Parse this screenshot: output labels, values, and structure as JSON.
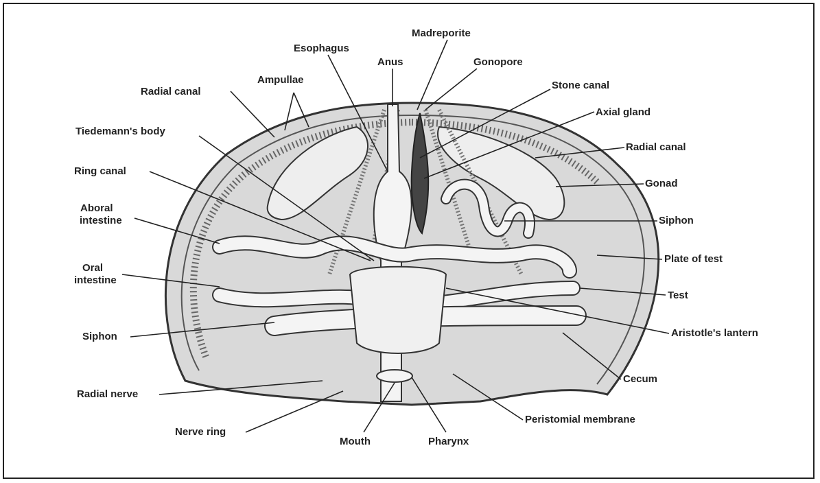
{
  "labels": {
    "madreporite": "Madreporite",
    "esophagus": "Esophagus",
    "anus": "Anus",
    "gonopore": "Gonopore",
    "stone_canal": "Stone canal",
    "axial_gland": "Axial gland",
    "radial_canal_right": "Radial canal",
    "gonad": "Gonad",
    "siphon_right": "Siphon",
    "plate_of_test": "Plate of test",
    "test": "Test",
    "aristotles_lantern": "Aristotle's lantern",
    "cecum": "Cecum",
    "peristomial_membrane": "Peristomial membrane",
    "pharynx": "Pharynx",
    "mouth": "Mouth",
    "nerve_ring": "Nerve ring",
    "radial_nerve": "Radial nerve",
    "siphon_left": "Siphon",
    "oral_intestine_1": "Oral",
    "oral_intestine_2": "intestine",
    "aboral_intestine_1": "Aboral",
    "aboral_intestine_2": "intestine",
    "ring_canal": "Ring canal",
    "tiedemanns_body": "Tiedemann's body",
    "radial_canal_left": "Radial canal",
    "ampullae": "Ampullae"
  }
}
